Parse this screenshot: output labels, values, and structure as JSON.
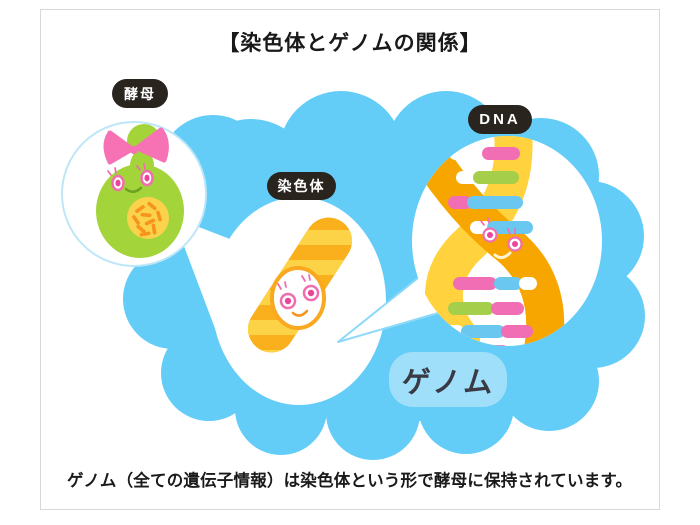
{
  "page": {
    "title": "【染色体とゲノムの関係】",
    "caption": "ゲノム（全ての遺伝子情報）は染色体という形で酵母に保持されています。"
  },
  "labels": {
    "yeast": "酵母",
    "chromosome": "染色体",
    "dna": "DNA",
    "genome": "ゲノム"
  },
  "colors": {
    "cloud_blue": "#63cdf8",
    "genome_pill_blue": "#9fdff9",
    "genome_text": "#3a3a44",
    "label_pill_black": "#2a241f",
    "label_text_white": "#ffffff",
    "yeast_green": "#a3d53b",
    "yeast_mouth_green": "#6ba21f",
    "bow_pink": "#f672b5",
    "nucleus_yellow": "#fbd24b",
    "squiggle_orange": "#f7941d",
    "chromosome_gold": "#faaf1c",
    "chromosome_stripe": "#fcd247",
    "face_outline_orange": "#f9a81f",
    "dna_strand_light": "#ffd23e",
    "dna_strand_dark": "#f7a600",
    "rung_pink": "#f26eb4",
    "rung_blue": "#6ac8f0",
    "rung_green": "#a5ce4a",
    "rung_white": "#ffffff",
    "eye_ring_pink": "#f06eae",
    "pupil_magenta": "#e8459b",
    "bubble_outline_blue": "#bde7f8",
    "pointer_line_blue": "#8ed9f8",
    "title_text": "#191919",
    "frame_border_gray": "#d8d8d8"
  }
}
